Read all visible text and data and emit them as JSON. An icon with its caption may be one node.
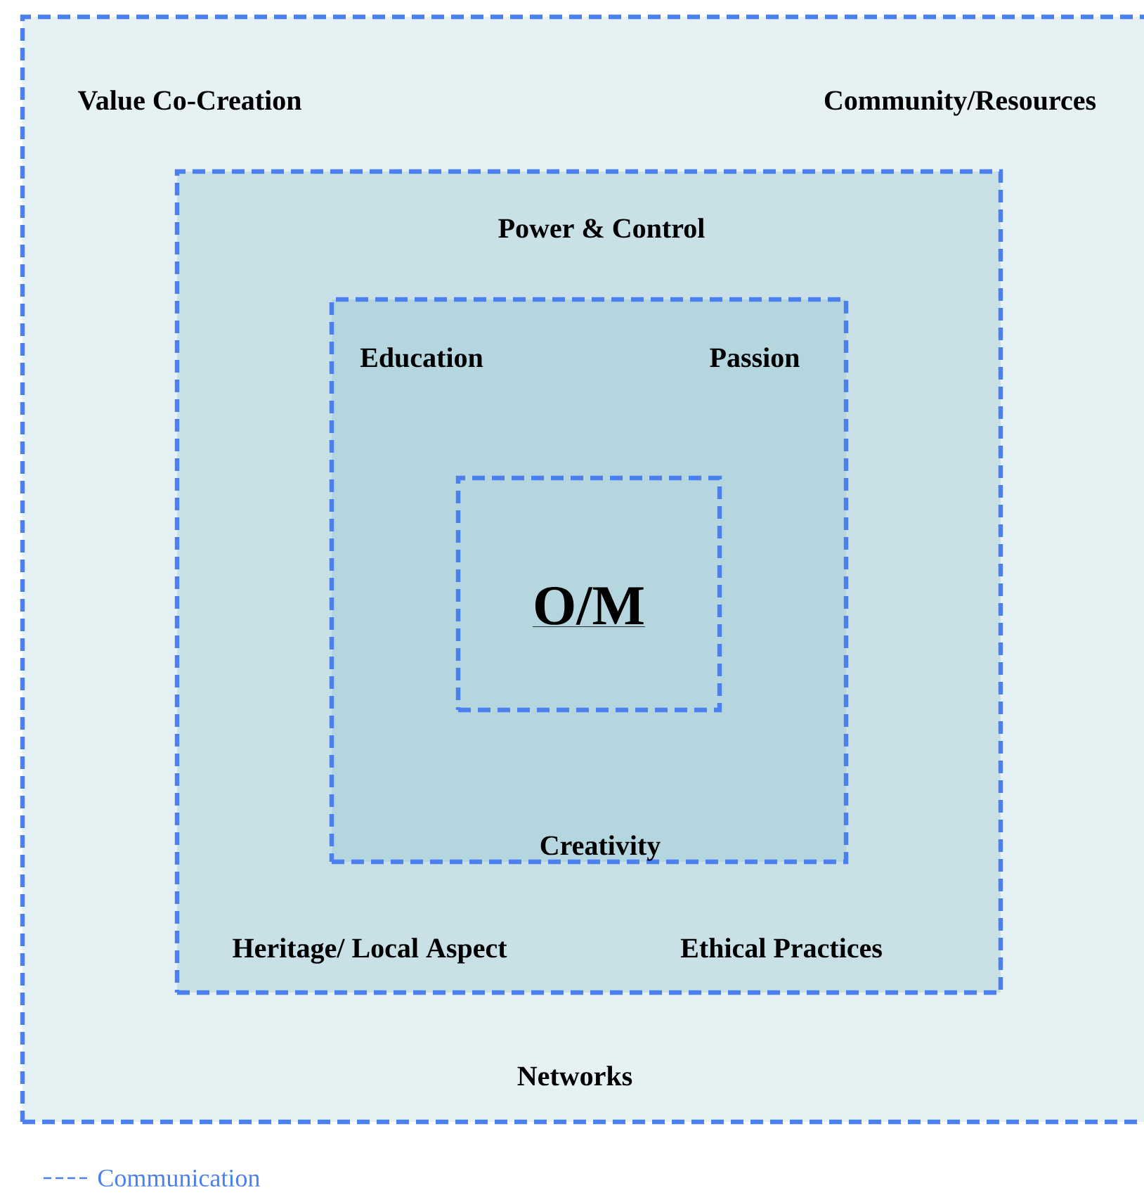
{
  "diagram": {
    "nodes": [
      {
        "text": [
          "Value Co-Creation",
          "Community/Resources",
          "Networks"
        ]
      },
      {
        "text": [
          "Power & Control",
          "Heritage/ Local Aspect",
          "Ethical Practices"
        ],
        "in": 0
      },
      {
        "text": [
          "Education",
          "Passion",
          "Creativity"
        ],
        "in": 1
      },
      {
        "text": [
          "O/M"
        ],
        "in": 2
      }
    ],
    "edges": [],
    "legend": [
      {
        "text": "Communication"
      }
    ]
  }
}
